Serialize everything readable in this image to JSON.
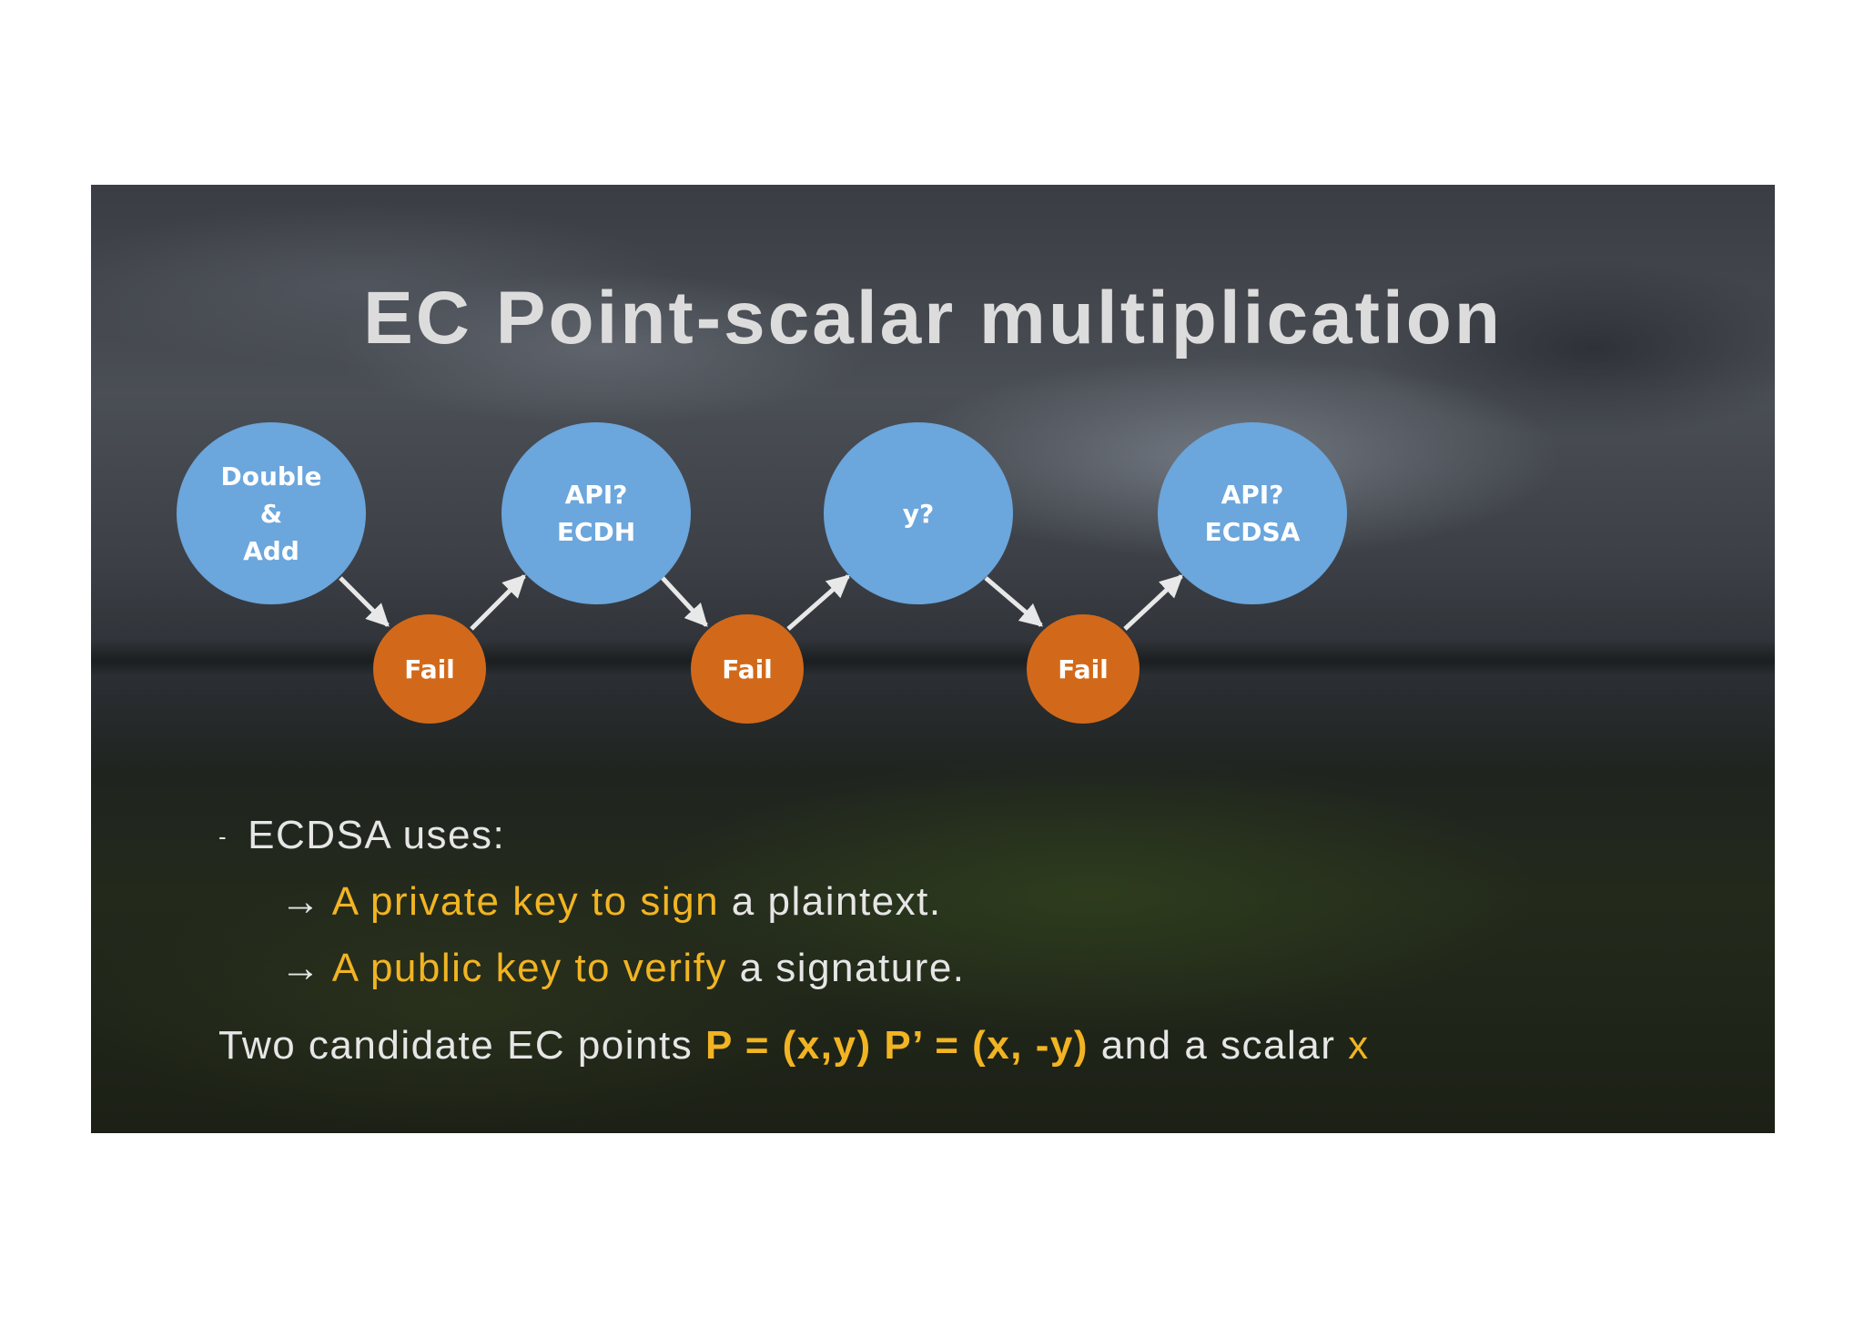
{
  "slide": {
    "title": "EC Point-scalar multiplication",
    "nodes": {
      "double_add": "Double\n&\nAdd",
      "api_ecdh": "API?\nECDH",
      "y_check": "y?",
      "api_ecdsa": "API?\nECDSA",
      "fail_1": "Fail",
      "fail_2": "Fail",
      "fail_3": "Fail"
    },
    "bullets": {
      "dash": "-",
      "heading": "ECDSA uses:",
      "item1": {
        "arrow": "→",
        "highlight": "A private key to sign",
        "rest": " a plaintext."
      },
      "item2": {
        "arrow": "→",
        "highlight": "A public key to verify",
        "rest": " a signature."
      }
    },
    "footer": {
      "prefix": "Two candidate EC points ",
      "points": "P = (x,y) P’ = (x, -y)",
      "middle": " and a scalar ",
      "scalar": "x"
    },
    "colors": {
      "node_blue": "#6ba6dc",
      "node_orange": "#d2691a",
      "highlight_yellow": "#f2b422",
      "title_gray": "#dcdcdc"
    }
  }
}
